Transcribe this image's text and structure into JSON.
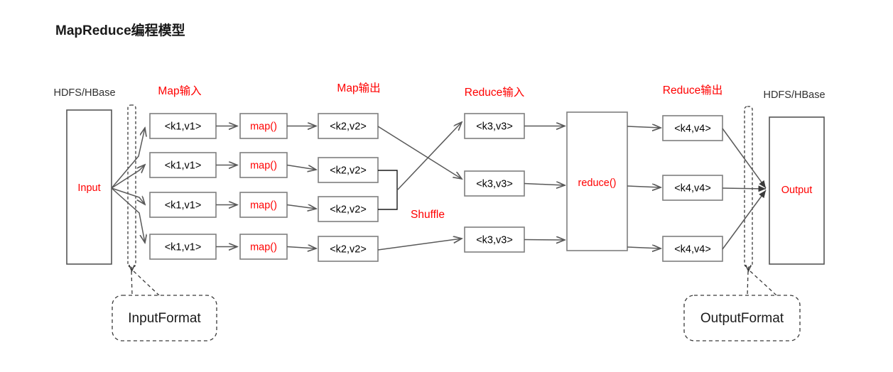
{
  "page": {
    "title": "MapReduce编程模型",
    "background_color": "#ffffff"
  },
  "colors": {
    "accent_red": "#ff0000",
    "box_stroke": "#7f7f7f",
    "line": "#595959",
    "text": "#000000"
  },
  "stage_labels": {
    "map_input": "Map输入",
    "map_output": "Map输出",
    "reduce_input": "Reduce输入",
    "reduce_output": "Reduce输出",
    "shuffle": "Shuffle"
  },
  "storage": {
    "left_label": "HDFS/HBase",
    "right_label": "HDFS/HBase",
    "input_box": "Input",
    "output_box": "Output"
  },
  "callouts": {
    "input_format": "InputFormat",
    "output_format": "OutputFormat"
  },
  "columns": {
    "map_input_records": [
      {
        "label": "<k1,v1>"
      },
      {
        "label": "<k1,v1>"
      },
      {
        "label": "<k1,v1>"
      },
      {
        "label": "<k1,v1>"
      }
    ],
    "mappers": [
      {
        "label": "map()"
      },
      {
        "label": "map()"
      },
      {
        "label": "map()"
      },
      {
        "label": "map()"
      }
    ],
    "map_output_records": [
      {
        "label": "<k2,v2>"
      },
      {
        "label": "<k2,v2>"
      },
      {
        "label": "<k2,v2>"
      },
      {
        "label": "<k2,v2>"
      }
    ],
    "reduce_input_records": [
      {
        "label": "<k3,v3>"
      },
      {
        "label": "<k3,v3>"
      },
      {
        "label": "<k3,v3>"
      }
    ],
    "reducer": {
      "label": "reduce()"
    },
    "reduce_output_records": [
      {
        "label": "<k4,v4>"
      },
      {
        "label": "<k4,v4>"
      },
      {
        "label": "<k4,v4>"
      }
    ]
  }
}
